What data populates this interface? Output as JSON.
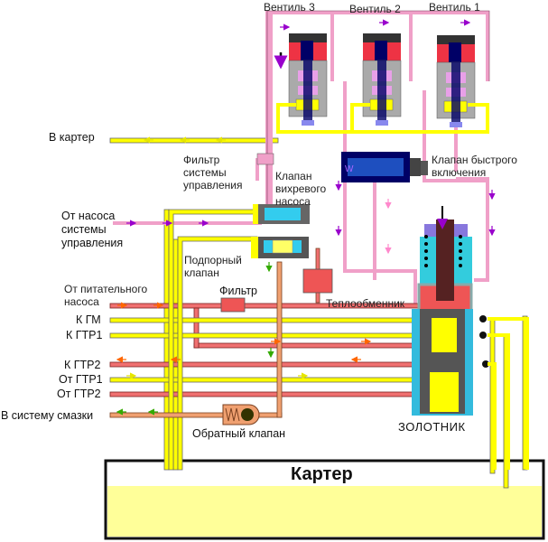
{
  "diagram": {
    "title": "Hydraulic control system schematic",
    "valves": [
      {
        "label": "Вентиль 3"
      },
      {
        "label": "Вентиль 2"
      },
      {
        "label": "Вентиль 1"
      }
    ],
    "labels": {
      "to_crankcase": "В картер",
      "filter_control": [
        "Фильтр",
        "системы",
        "управления"
      ],
      "vortex_pump_valve": [
        "Клапан",
        "вихревого",
        "насоса"
      ],
      "fast_engage_valve": [
        "Клапан быстрого",
        "включения"
      ],
      "from_control_pump": [
        "От насоса",
        "системы",
        "управления"
      ],
      "backpressure_valve": [
        "Подпорный",
        "клапан"
      ],
      "from_feed_pump": [
        "От питательного",
        "насоса"
      ],
      "filter": "Фильтр",
      "heat_exchanger": "Теплообменник",
      "to_gm": "К ГМ",
      "to_gtr1": "К ГТР1",
      "to_gtr2": "К ГТР2",
      "from_gtr1": "От ГТР1",
      "from_gtr2": "От ГТР2",
      "to_lubrication": "В систему смазки",
      "check_valve": "Обратный клапан",
      "spool": "ЗОЛОТНИК",
      "crankcase": "Картер"
    },
    "colors": {
      "control_line": "#f0a0c8",
      "drain_line": "#ffff00",
      "feed_line": "#f07070",
      "lube_line": "#f0a070",
      "crankcase_fluid": "#ffff99",
      "arrow_purple": "#9900cc",
      "arrow_orange": "#ff6600",
      "arrow_green": "#33aa00",
      "arrow_yellow": "#e6e600",
      "arrow_pink": "#ff88cc"
    }
  }
}
